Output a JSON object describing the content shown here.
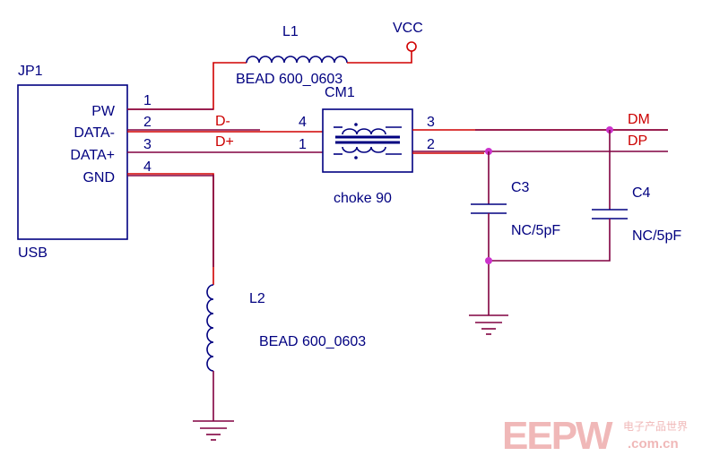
{
  "connector": {
    "ref": "JP1",
    "type": "USB",
    "pins": [
      {
        "name": "PW",
        "number": "1"
      },
      {
        "name": "DATA-",
        "number": "2"
      },
      {
        "name": "DATA+",
        "number": "3"
      },
      {
        "name": "GND",
        "number": "4"
      }
    ]
  },
  "l1": {
    "ref": "L1",
    "value": "BEAD 600_0603"
  },
  "l2": {
    "ref": "L2",
    "value": "BEAD 600_0603"
  },
  "vcc": "VCC",
  "cm1": {
    "ref": "CM1",
    "value": "choke 90",
    "pins": {
      "p4": "4",
      "p1": "1",
      "p3": "3",
      "p2": "2"
    }
  },
  "nets": {
    "dminus": "D-",
    "dplus": "D+",
    "dm": "DM",
    "dp": "DP"
  },
  "c3": {
    "ref": "C3",
    "value": "NC/5pF"
  },
  "c4": {
    "ref": "C4",
    "value": "NC/5pF"
  },
  "watermark": {
    "logo": "EEPW",
    "domain": ".com.cn",
    "tagline": "电子产品世界"
  }
}
